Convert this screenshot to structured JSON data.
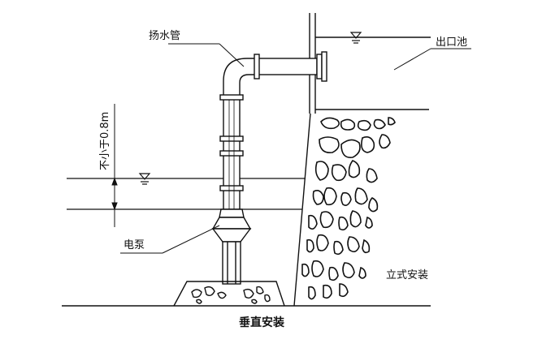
{
  "labels": {
    "pipe": "扬水管",
    "outlet_pool": "出口池",
    "min_depth": "不小于0.8m",
    "pump": "电泵",
    "vertical_install": "立式安装",
    "caption": "垂直安装"
  },
  "icons": {
    "water_level": "water-level-symbol"
  },
  "colors": {
    "line": "#111111",
    "background": "#ffffff"
  }
}
